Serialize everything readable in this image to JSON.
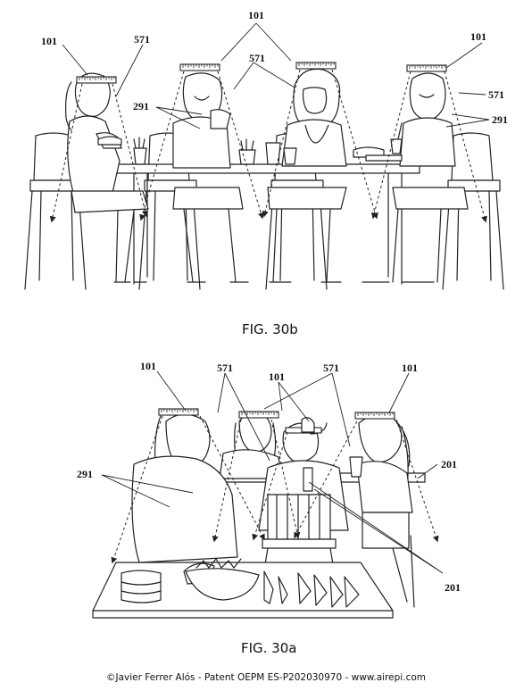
{
  "figure_b": {
    "caption": "FIG. 30b",
    "labels": {
      "l101_left": "101",
      "l101_top": "101",
      "l101_right": "101",
      "l571_left": "571",
      "l571_mid": "571",
      "l571_right": "571",
      "l291_left": "291",
      "l291_right": "291"
    }
  },
  "figure_a": {
    "caption": "FIG. 30a",
    "labels": {
      "l101_left": "101",
      "l101_mid": "101",
      "l101_right": "101",
      "l571_left": "571",
      "l571_right": "571",
      "l291": "291",
      "l201_right": "201",
      "l201_bottom": "201"
    }
  },
  "footer": "©Javier Ferrer Alós - Patent OEPM ES-P202030970 - www.airepi.com"
}
